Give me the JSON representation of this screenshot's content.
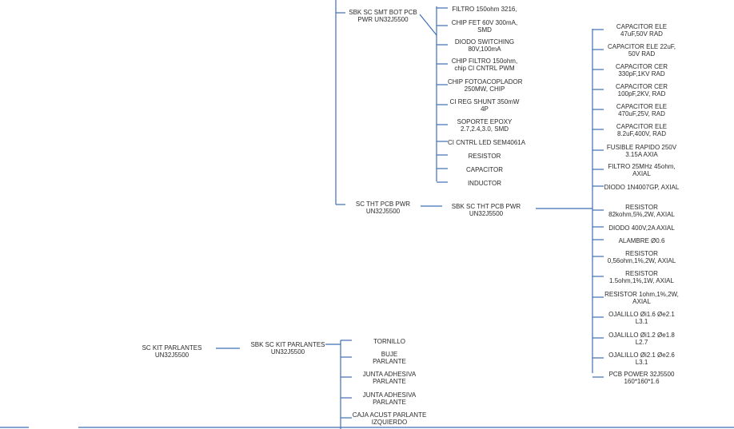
{
  "tree": {
    "smt_parent": "SBK SC SMT BOT PCB\nPWR UN32J5500",
    "smt_items": [
      "FILTRO 150ohm 3216,",
      "CHIP FET 60V 300mA,\nSMD",
      "DIODO SWITCHING\n80V,100mA",
      "CHIP FILTRO 150ohm,\nchip CI CNTRL PWM",
      "CHIP FOTOACOPLADOR\n250MW, CHIP",
      "CI REG SHUNT 350mW\n4P",
      "SOPORTE EPOXY\n2.7,2.4,3.0, SMD",
      "CI CNTRL LED SEM4061A",
      "RESISTOR",
      "CAPACITOR",
      "INDUCTOR"
    ],
    "tht_parent": "SC THT PCB PWR\nUN32J5500",
    "tht_sbk": "SBK SC THT PCB PWR\nUN32J5500",
    "tht_items": [
      "CAPACITOR ELE\n47uF,50V RAD",
      "CAPACITOR ELE 22uF,\n50V RAD",
      "CAPACITOR CER\n330pF,1KV RAD",
      "CAPACITOR CER\n100pF,2KV, RAD",
      "CAPACITOR ELE\n470uF,25V, RAD",
      "CAPACITOR ELE\n8.2uF,400V, RAD",
      "FUSIBLE RAPIDO 250V\n3.15A AXIA",
      "FILTRO 25MHz 45ohm,\nAXIAL",
      "DIODO 1N4007GP, AXIAL",
      "RESISTOR\n82kohm,5%,2W, AXIAL",
      "DIODO 400V,2A AXIAL",
      "ALAMBRE Ø0.6",
      "RESISTOR\n0,56ohm,1%,2W, AXIAL",
      "RESISTOR\n1.5ohm,1%,1W, AXIAL",
      "RESISTOR 1ohm,1%,2W,\nAXIAL",
      "OJALILLO Øi1.6 Øe2.1\nL3.1",
      "OJALILLO Øi1.2 Øe1.8\nL2.7",
      "OJALILLO Øi2.1 Øe2.6\nL3.1",
      "PCB POWER 32J5500\n160*160*1.6"
    ],
    "kit_parent": "SC KIT PARLANTES\nUN32J5500",
    "kit_sbk": "SBK SC KIT PARLANTES\nUN32J5500",
    "kit_items": [
      "TORNILLO",
      "BUJE\nPARLANTE",
      "JUNTA ADHESIVA\nPARLANTE",
      "JUNTA ADHESIVA\nPARLANTE",
      "CAJA ACUST PARLANTE\nIZQUIERDO"
    ]
  }
}
